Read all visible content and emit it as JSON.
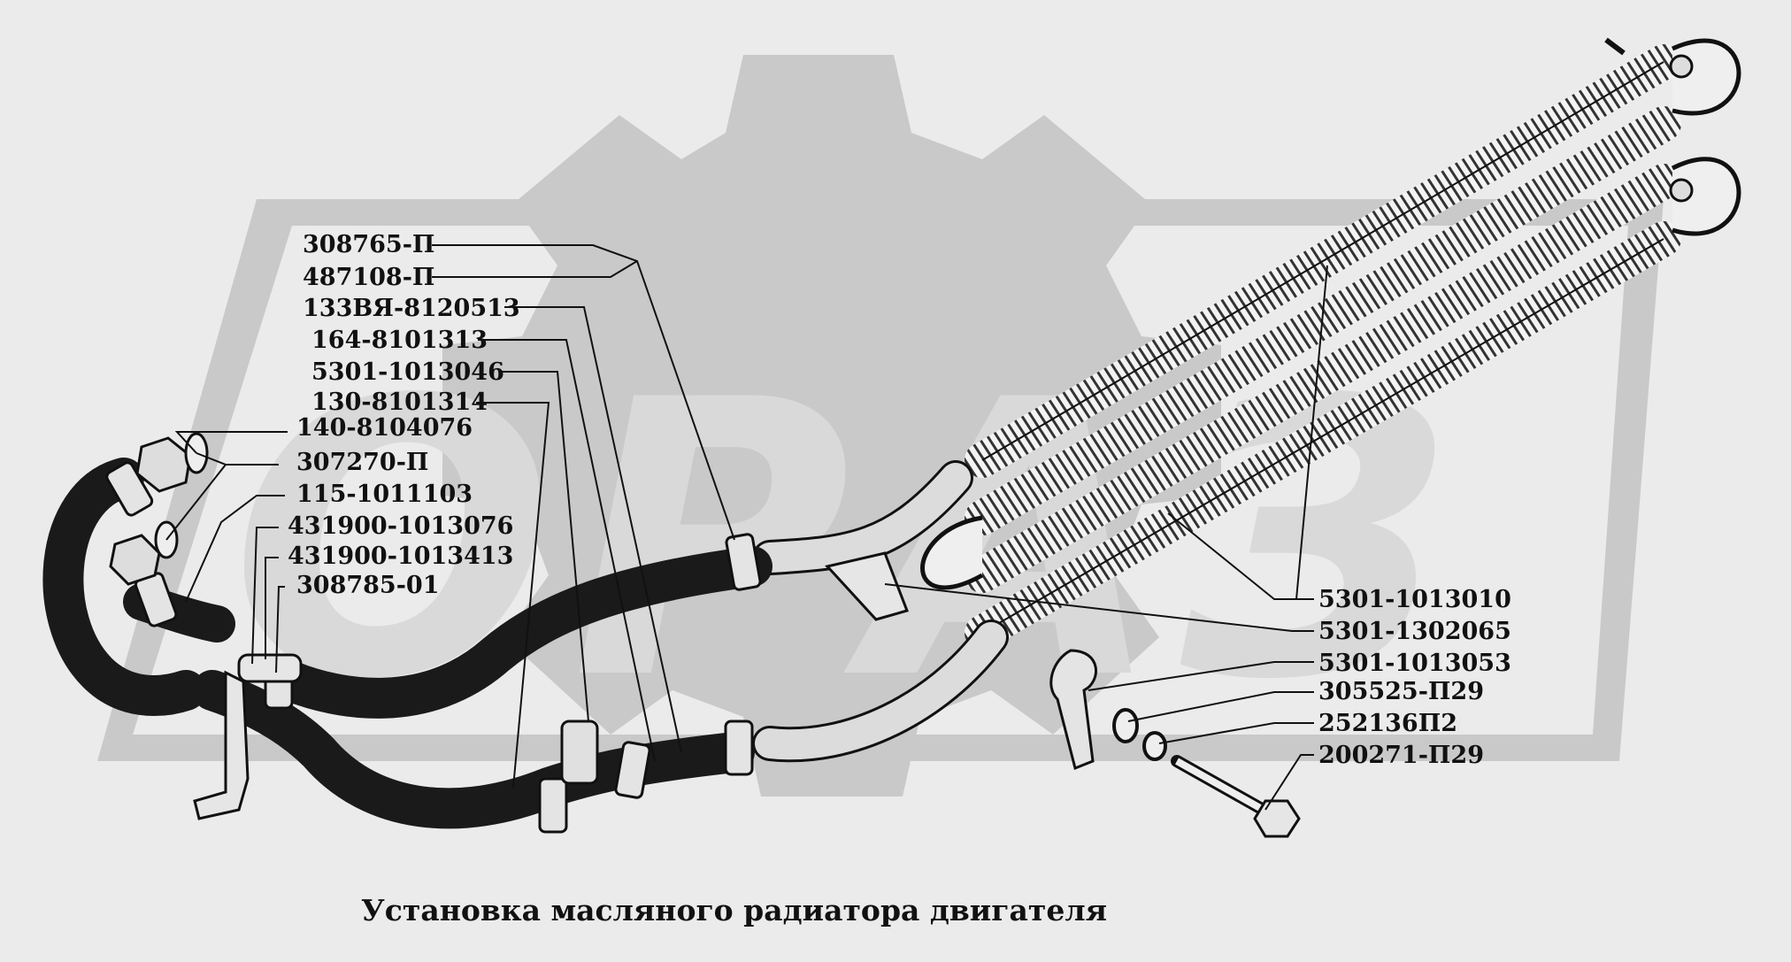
{
  "diagram": {
    "caption": "Установка масляного радиатора двигателя",
    "watermark": "ОРАЗ",
    "callouts_left": [
      {
        "id": "l1",
        "label": "308765-П"
      },
      {
        "id": "l2",
        "label": "487108-П"
      },
      {
        "id": "l3",
        "label": "133ВЯ-8120513"
      },
      {
        "id": "l4",
        "label": "164-8101313"
      },
      {
        "id": "l5",
        "label": "5301-1013046"
      },
      {
        "id": "l6",
        "label": "130-8101314"
      },
      {
        "id": "l7",
        "label": "140-8104076"
      },
      {
        "id": "l8",
        "label": "307270-П"
      },
      {
        "id": "l9",
        "label": "115-1011103"
      },
      {
        "id": "l10",
        "label": "431900-1013076"
      },
      {
        "id": "l11",
        "label": "431900-1013413"
      },
      {
        "id": "l12",
        "label": "308785-01"
      }
    ],
    "callouts_right": [
      {
        "id": "r1",
        "label": "5301-1013010"
      },
      {
        "id": "r2",
        "label": "5301-1302065"
      },
      {
        "id": "r3",
        "label": "5301-1013053"
      },
      {
        "id": "r4",
        "label": "305525-П29"
      },
      {
        "id": "r5",
        "label": "252136П2"
      },
      {
        "id": "r6",
        "label": "200271-П29"
      }
    ],
    "colors": {
      "background": "#ebebeb",
      "watermark": "#c9c9c9",
      "ink": "#111111",
      "pipe": "#d6d6d6"
    }
  }
}
